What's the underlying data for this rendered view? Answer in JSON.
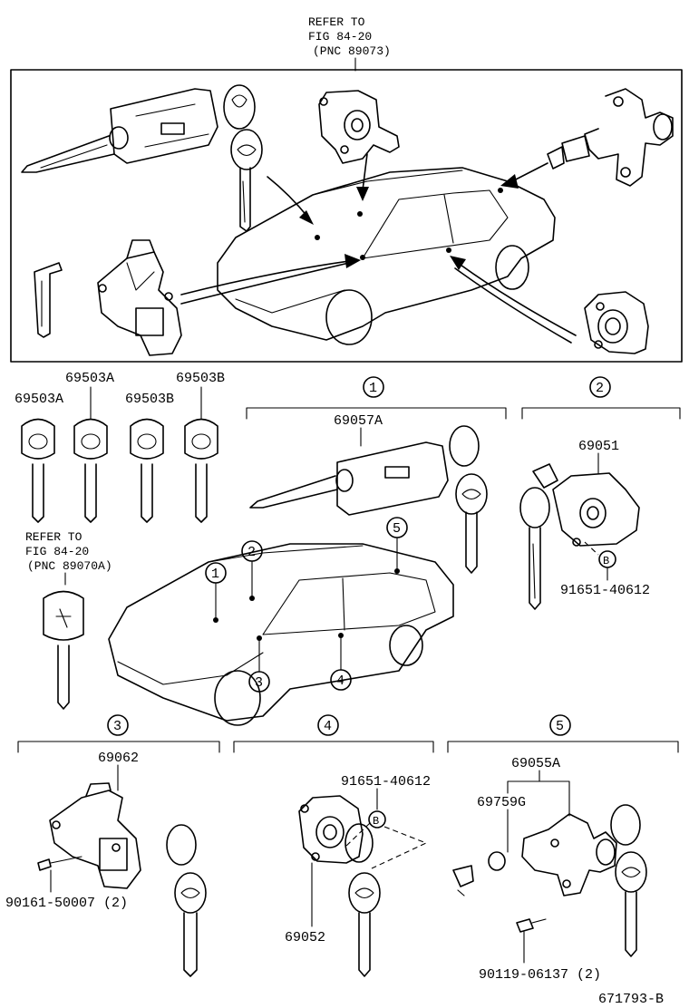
{
  "top_reference": {
    "line1": "REFER TO",
    "line2": "FIG 84-20",
    "line3": "(PNC 89073)"
  },
  "left_reference": {
    "line1": "REFER TO",
    "line2": "FIG 84-20",
    "line3": "(PNC 89070A)"
  },
  "keys": [
    {
      "part": "69503A"
    },
    {
      "part": "69503A"
    },
    {
      "part": "69503B"
    },
    {
      "part": "69503B"
    }
  ],
  "groups": [
    {
      "num": "1",
      "parts": [
        "69057A"
      ]
    },
    {
      "num": "2",
      "parts": [
        "69051",
        "91651-40612"
      ],
      "callout": "B"
    },
    {
      "num": "3",
      "parts": [
        "69062",
        "90161-50007 (2)"
      ]
    },
    {
      "num": "4",
      "parts": [
        "91651-40612",
        "69052"
      ],
      "callout": "B"
    },
    {
      "num": "5",
      "parts": [
        "69055A",
        "69759G",
        "90119-06137 (2)"
      ]
    }
  ],
  "car_markers": [
    "1",
    "2",
    "3",
    "4",
    "5"
  ],
  "figure_code": "671793-B"
}
